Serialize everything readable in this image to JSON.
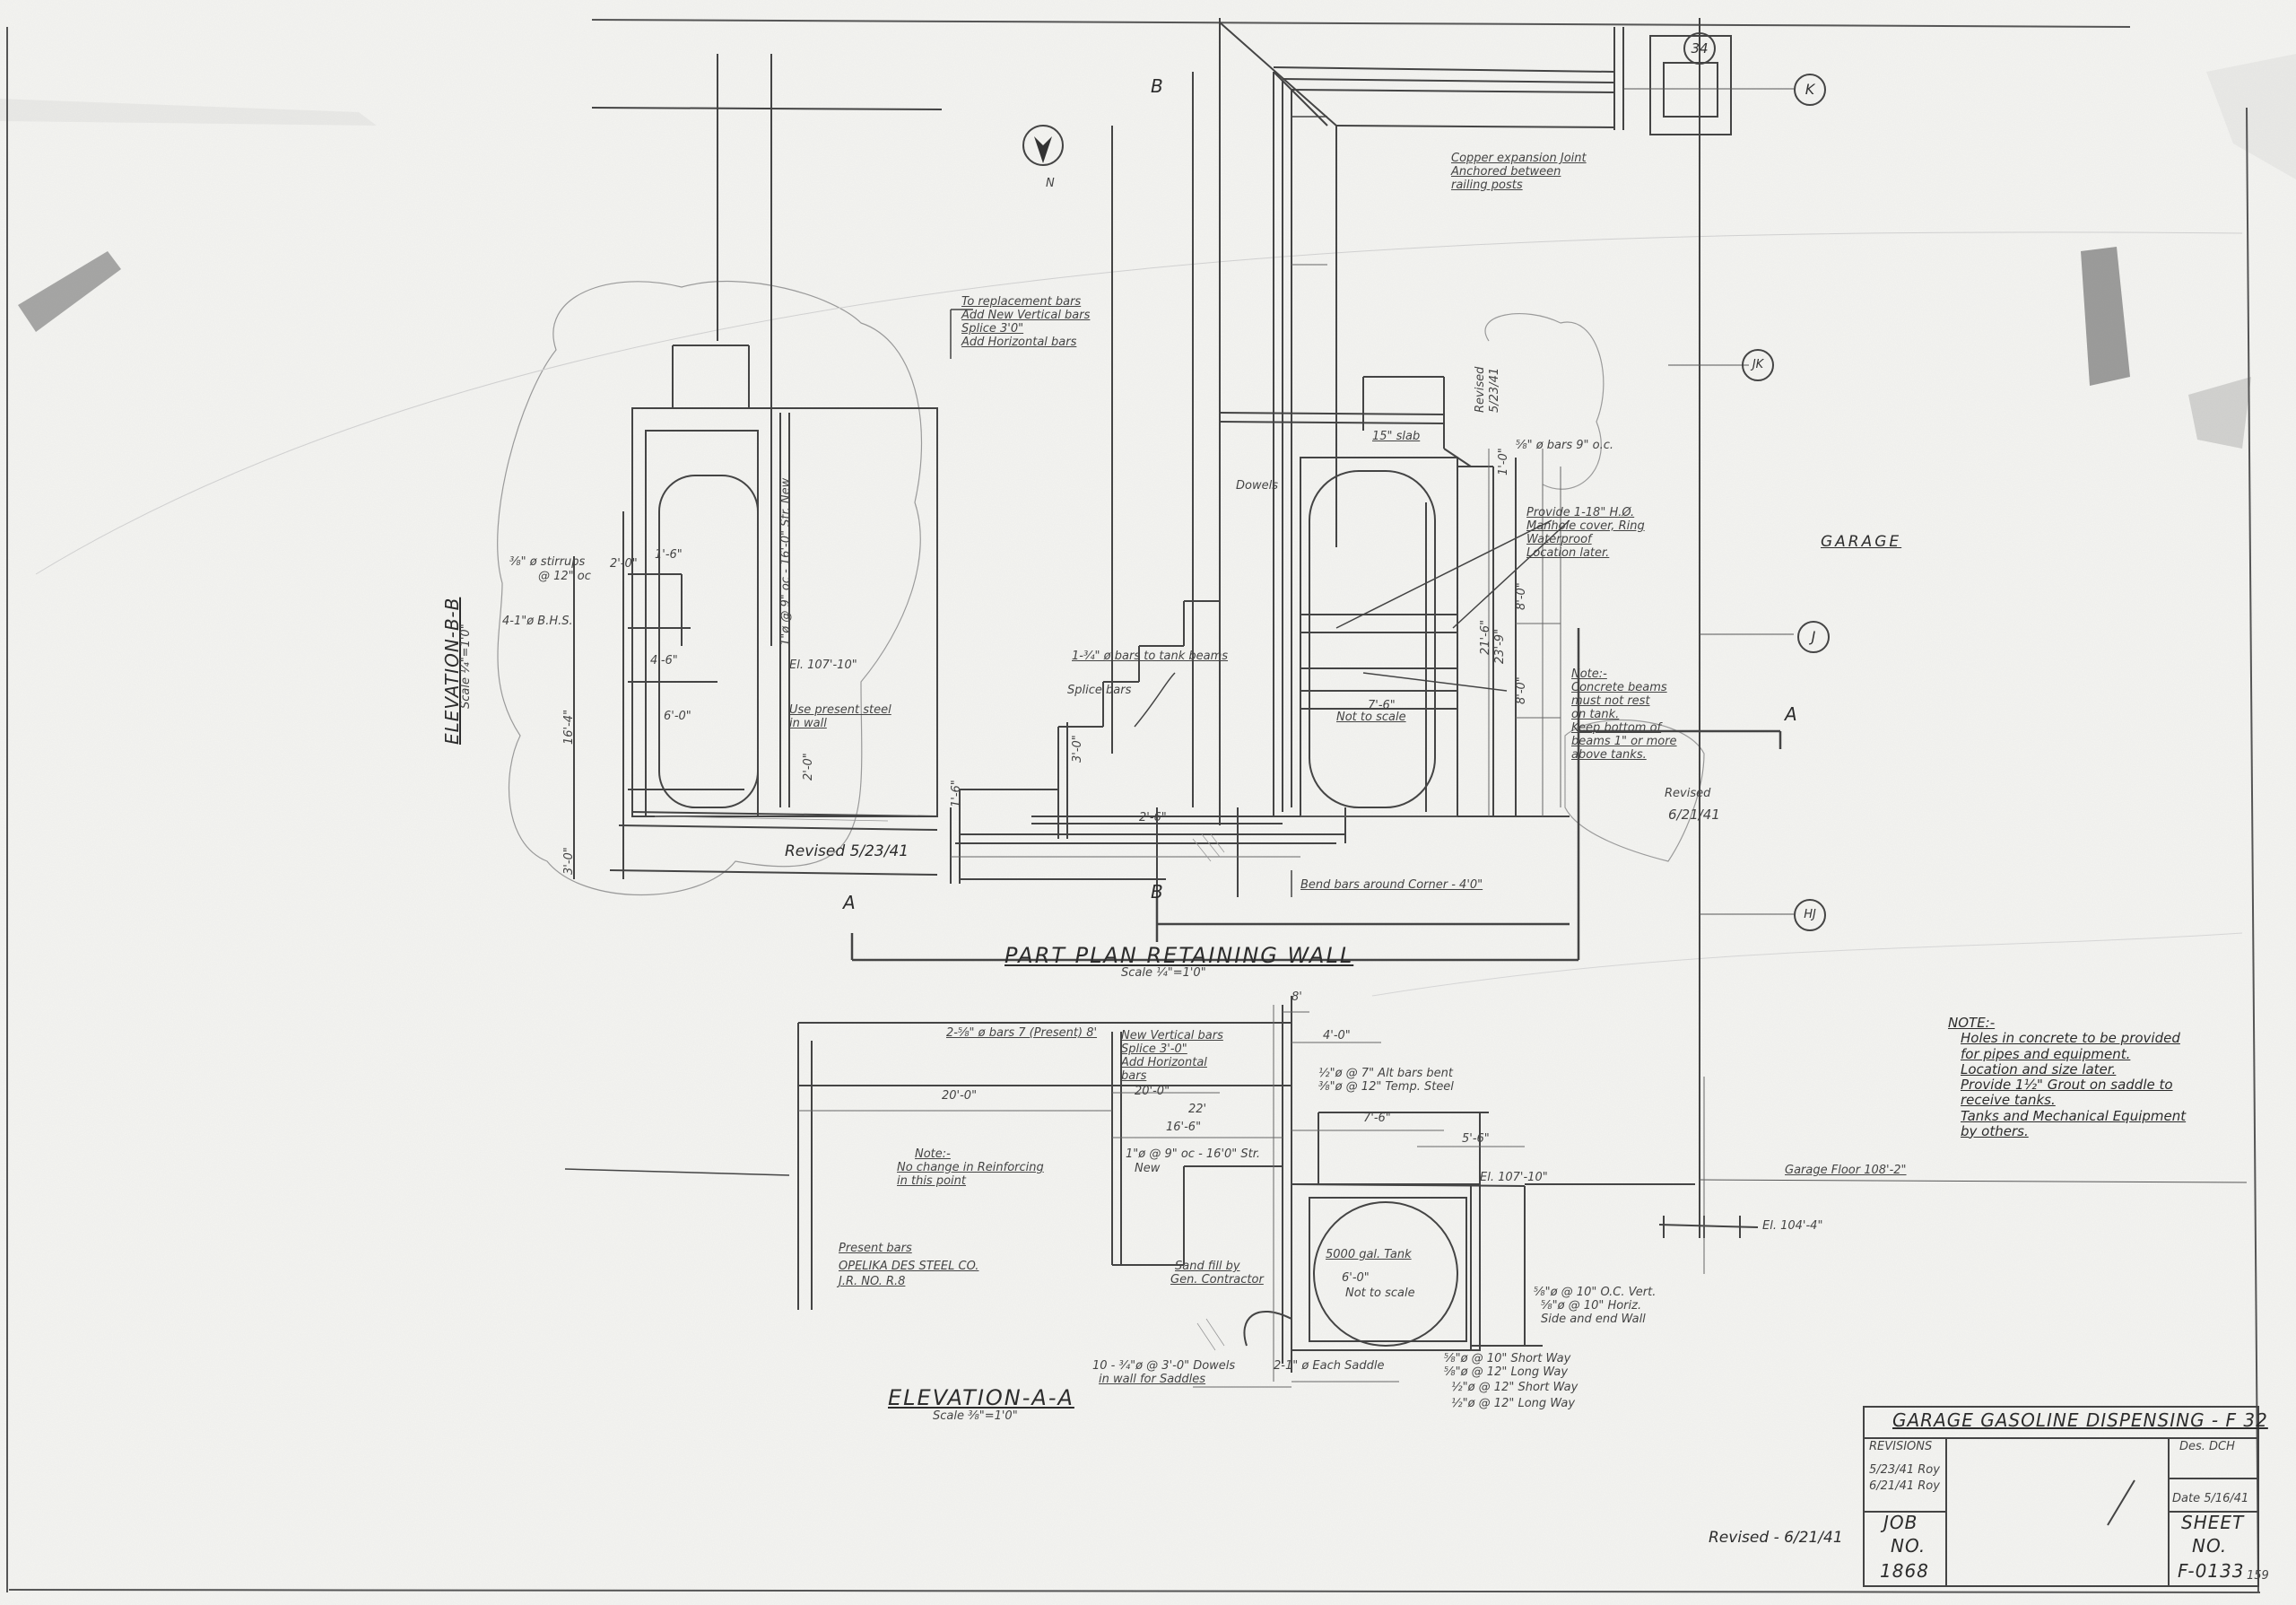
{
  "grid_bubbles": [
    "K",
    "JK",
    "J",
    "HJ"
  ],
  "column_marker": "34",
  "section_cuts": {
    "b": "B",
    "a": "A"
  },
  "north_arrow": "N",
  "plan": {
    "title": "PART PLAN RETAINING WALL",
    "scale": "Scale ¼\"=1'0\"",
    "notes": {
      "copper": [
        "Copper expansion Joint",
        "Anchored between",
        "railing posts"
      ],
      "manhole": [
        "Provide 1-18\" H.Ø.",
        "Manhole cover, Ring",
        "Waterproof",
        "Location later."
      ],
      "concrete": [
        "Note:-",
        "Concrete beams",
        "must not rest",
        "on tank.",
        "Keep bottom of",
        "beams 1\" or more",
        "above tanks."
      ],
      "beams": "1-¾\" ø bars to tank beams",
      "splice": "Splice bars",
      "bend": "Bend bars around Corner - 4'0\"",
      "slab": "15\" slab",
      "dowels": "Dowels",
      "not_to_scale": "Not to scale",
      "top_bars": "⅝\" ø bars 9\" o.c."
    },
    "dims": [
      "21'-6\"",
      "23'-9\"",
      "8'-0\"",
      "8'-0\"",
      "7'-6\"",
      "1'-0\"",
      "2'-6\"",
      "3'-0\"",
      "1'-6\""
    ],
    "revised_1": [
      "Revised",
      "5/23/41"
    ],
    "revised_2": [
      "Revised",
      "6/21/41"
    ],
    "revised_3": "Revised 5/23/41"
  },
  "elev_bb": {
    "title": "ELEVATION-B-B",
    "scale": "Scale ¼\"=1'0\"",
    "notes": {
      "top": [
        "To replacement bars",
        "Add New Vertical bars",
        "Splice 3'0\"",
        "Add Horizontal bars"
      ],
      "stirrups": [
        "⅜\" ø stirrups",
        "@ 12\" oc"
      ],
      "hb": "4-1\"ø B.H.S.",
      "el": "El. 107'-10\"",
      "present": [
        "Use present steel",
        "in wall"
      ],
      "rebar_new": "1\"ø @ 9\" oc - 16'-0\" Str. New",
      "vert_dims": [
        "16'-4\"",
        "2'-0\"",
        "3'-0\""
      ],
      "dims": [
        "2'-0\"",
        "1'-6\"",
        "4'-6\"",
        "6'-0\""
      ]
    }
  },
  "elev_aa": {
    "title": "ELEVATION-A-A",
    "scale": "Scale ⅜\"=1'0\"",
    "notes": {
      "present": "2-⅝\" ø bars 7 (Present) 8'",
      "new_vert": [
        "New Vertical bars",
        "Splice 3'-0\"",
        "Add Horizontal",
        "bars"
      ],
      "no_change": [
        "Note:-",
        "No change in Reinforcing",
        "in this point"
      ],
      "present_bars": "Present bars",
      "pittsburgh": [
        "OPELIKA DES STEEL CO.",
        "J.R. NO. R.8"
      ],
      "sand_fill": [
        "Sand fill by",
        "Gen. Contractor"
      ],
      "tank": "5000 gal. Tank",
      "saddle": [
        "10 - ¾\"ø @ 3'-0\" Dowels",
        "in wall for Saddles"
      ],
      "each_saddle": "2-1\" ø Each Saddle",
      "short_way": [
        "⅝\"ø @ 10\" Short Way",
        "⅝\"ø @ 12\" Long Way"
      ],
      "short_way2": [
        "½\"ø @ 12\" Short Way",
        "½\"ø @ 12\" Long Way"
      ],
      "el1": "El. 107'-10\"",
      "el2": "El. 104'-4\"",
      "garage_floor": "Garage Floor 108'-2\"",
      "right_bars": [
        "⅝\"ø @ 10\" O.C. Vert.",
        "⅝\"ø @ 10\" Horiz.",
        "Side and end Wall"
      ],
      "one_bent": [
        "½\"ø @ 7\" Alt bars bent",
        "⅜\"ø @ 12\" Temp. Steel"
      ],
      "rebar_new": [
        "1\"ø @ 9\" oc - 16'0\" Str.",
        "New"
      ],
      "dims": [
        "20'-0\"",
        "20'-0\"",
        "22'",
        "16'-6\"",
        "4'-0\"",
        "7'-6\"",
        "5'-6\"",
        "8'"
      ],
      "six_oh": [
        "6'-0\"",
        "Not to scale"
      ]
    }
  },
  "garage_label": "GARAGE",
  "general_note": [
    "NOTE:-",
    "Holes in concrete to be provided",
    "for pipes and equipment.",
    "Location and size later.",
    "Provide 1½\" Grout on saddle to",
    "receive tanks.",
    "Tanks and Mechanical Equipment",
    "by others."
  ],
  "revised_bottom": "Revised - 6/21/41",
  "title_block": {
    "title": "GARAGE GASOLINE DISPENSING - F 32",
    "revisions_head": "REVISIONS",
    "revisions": [
      "5/23/41 Roy",
      "6/21/41 Roy"
    ],
    "job_label": [
      "JOB",
      "NO."
    ],
    "job_no": "1868",
    "drawn": "Des. DCH",
    "date": "Date 5/16/41",
    "sheet_label": [
      "SHEET",
      "NO."
    ],
    "sheet_no": "F-0133"
  },
  "corner_mark": "159"
}
